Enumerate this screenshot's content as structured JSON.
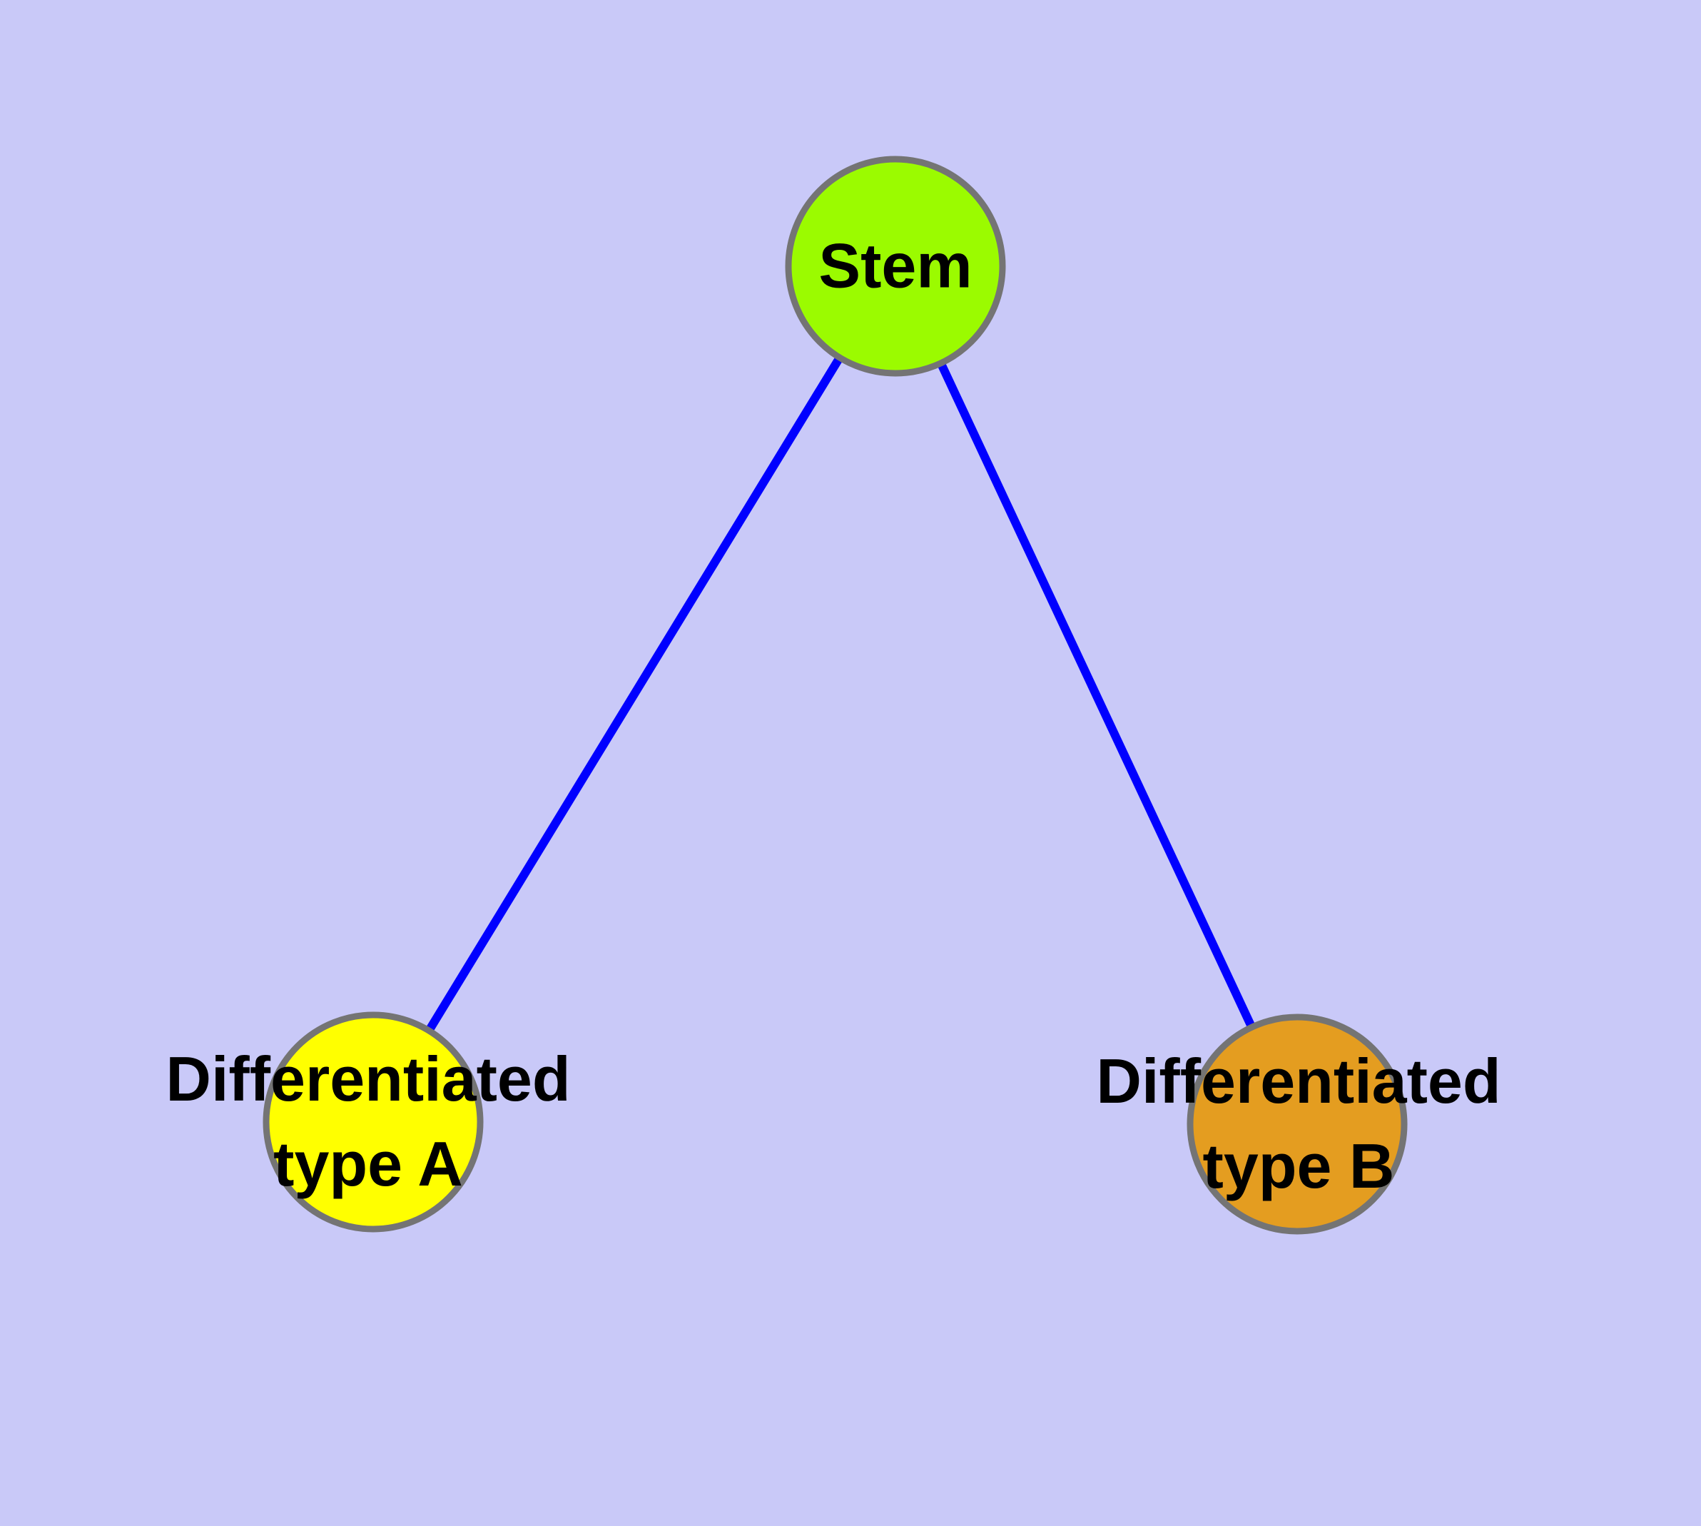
{
  "diagram": {
    "type": "node-link-graph",
    "colors": {
      "background": "#C9C9F8",
      "edge": "#0000FF",
      "node_border": "#747474",
      "label_text": "#000000"
    },
    "nodes": [
      {
        "id": "stem",
        "label": "Stem",
        "fill": "#9BFB00"
      },
      {
        "id": "differentiated-type-a",
        "label": "Differentiated\ntype A",
        "fill": "#FFFF00"
      },
      {
        "id": "differentiated-type-b",
        "label": "Differentiated\ntype B",
        "fill": "#E49D20"
      }
    ],
    "edges": [
      {
        "from": "stem",
        "to": "differentiated-type-a"
      },
      {
        "from": "stem",
        "to": "differentiated-type-b"
      }
    ]
  }
}
